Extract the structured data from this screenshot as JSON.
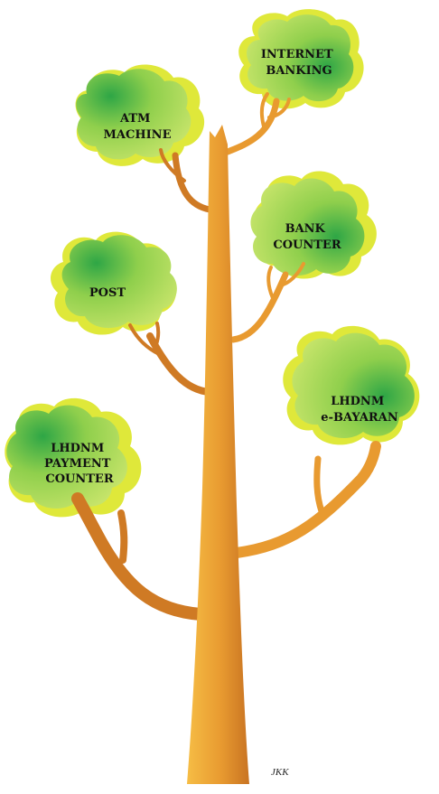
{
  "colors": {
    "leaf_light": "#c9e86a",
    "leaf_mid": "#9fd24f",
    "leaf_dark": "#35a845",
    "leaf_rim": "#dfe83a",
    "trunk_light": "#f4b43a",
    "trunk_dark": "#cf7a24"
  },
  "clouds": [
    {
      "line1": "INTERNET",
      "line2": "BANKING"
    },
    {
      "line1": "ATM",
      "line2": "MACHINE"
    },
    {
      "line1": "BANK",
      "line2": "COUNTER"
    },
    {
      "line1": "POST",
      "line2": ""
    },
    {
      "line1": "LHDNM",
      "line2": "e-BAYARAN"
    },
    {
      "line1": "LHDNM",
      "line2": "PAYMENT",
      "line3": "COUNTER"
    }
  ],
  "signature": "JKK"
}
